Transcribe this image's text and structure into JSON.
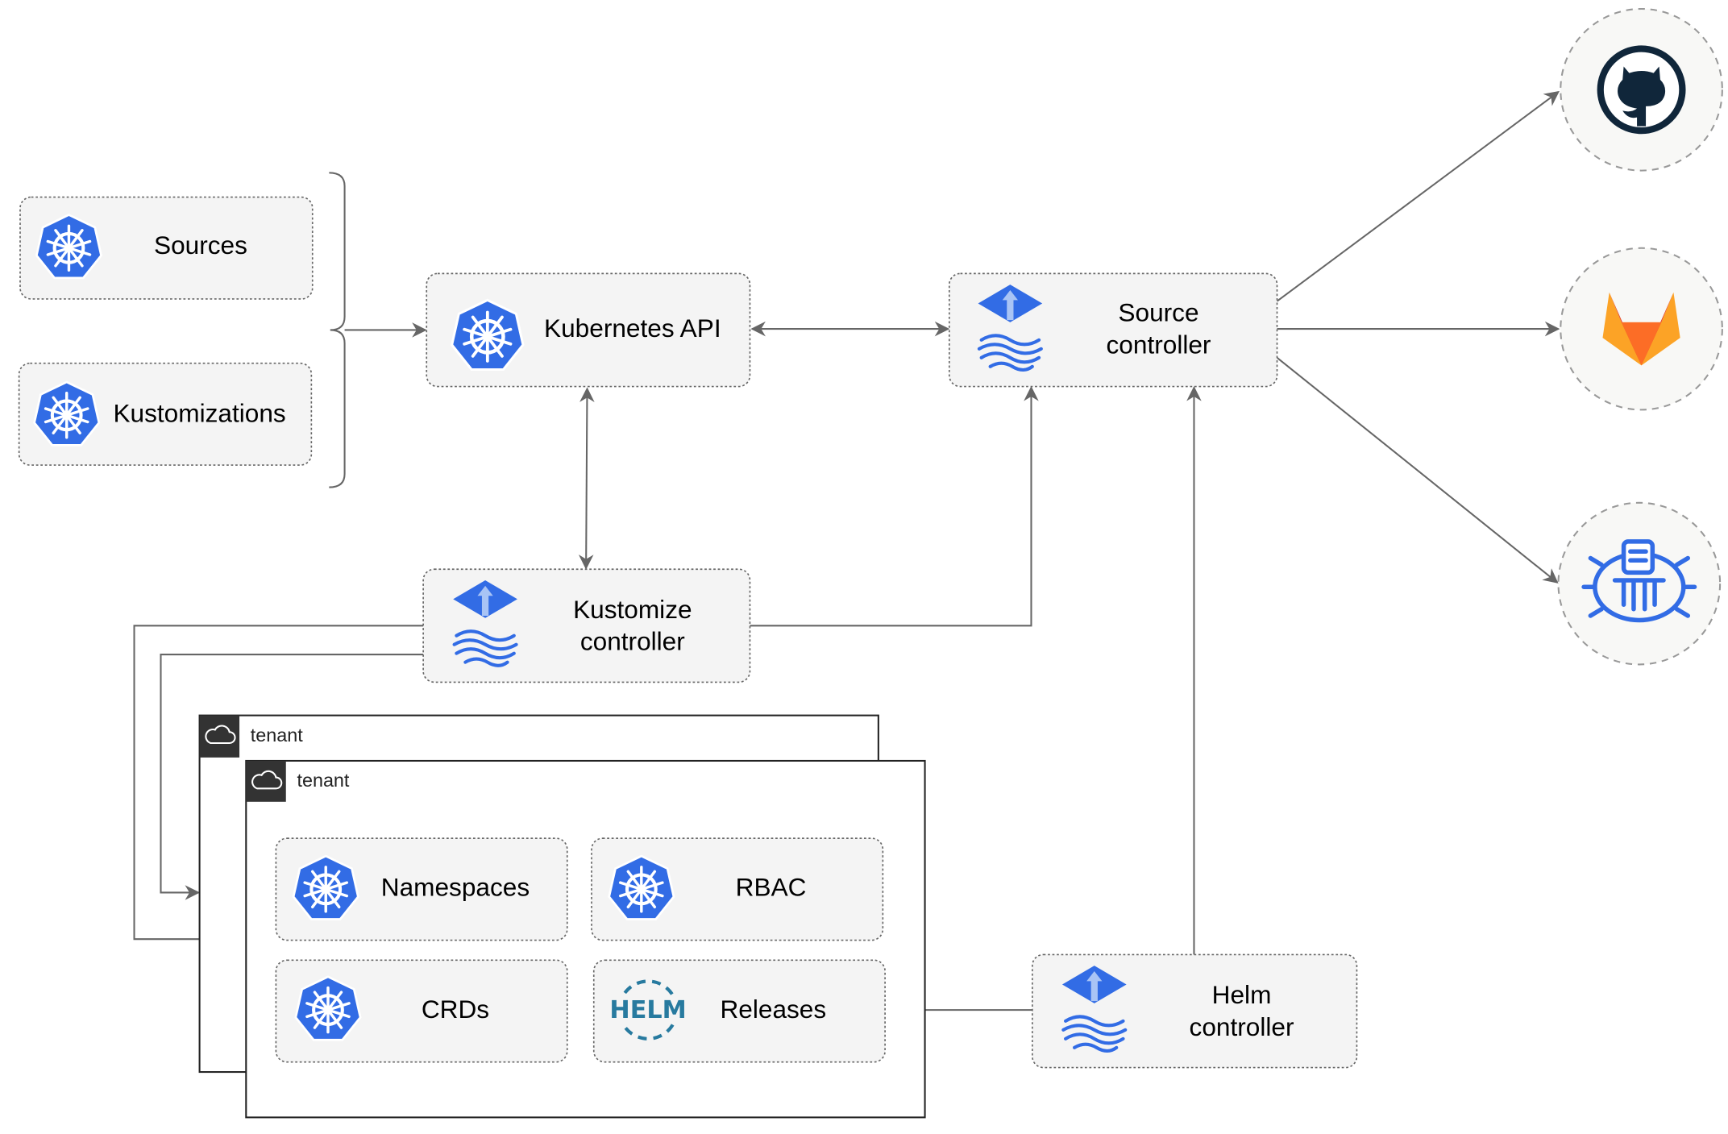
{
  "nodes": {
    "sources": "Sources",
    "kustomizations": "Kustomizations",
    "kubernetes_api": "Kubernetes API",
    "source_controller": [
      "Source",
      "controller"
    ],
    "kustomize_controller": [
      "Kustomize",
      "controller"
    ],
    "helm_controller": [
      "Helm",
      "controller"
    ],
    "namespaces": "Namespaces",
    "rbac": "RBAC",
    "crds": "CRDs",
    "releases": "Releases"
  },
  "tenants": [
    "tenant",
    "tenant"
  ],
  "helm_logo_text": "HELM",
  "external": [
    "github-icon",
    "gitlab-icon",
    "bucket-icon"
  ],
  "colors": {
    "k8s_blue": "#326ce5",
    "arrow": "#666666",
    "box_fill": "#f4f4f4",
    "gitlab_orange": "#e24329",
    "github_dark": "#10263a"
  }
}
